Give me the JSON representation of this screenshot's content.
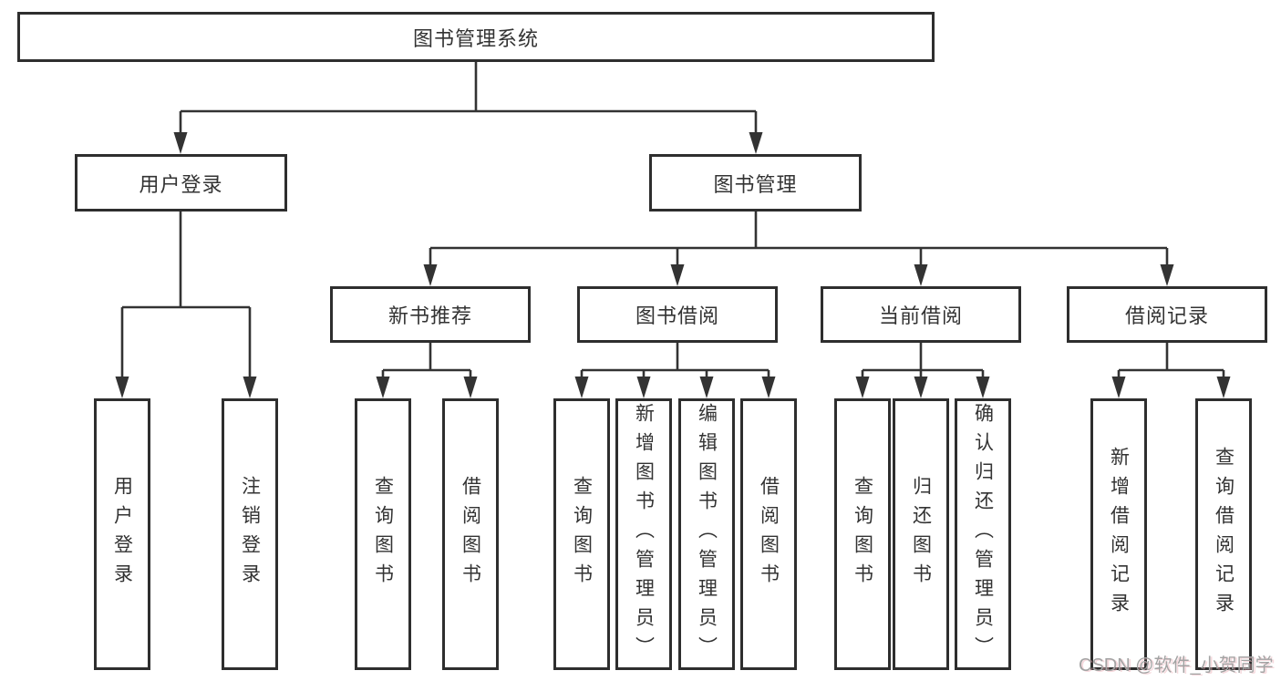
{
  "diagram": {
    "type": "hierarchy-diagram",
    "colors": {
      "background": "#ffffff",
      "box_border": "#2e2e2e",
      "line": "#333333",
      "text": "#333333",
      "watermark": "#a3a3a3"
    },
    "tree": {
      "label": "图书管理系统",
      "children": [
        {
          "label": "用户登录",
          "children": [
            {
              "label": "用户登录"
            },
            {
              "label": "注销登录"
            }
          ]
        },
        {
          "label": "图书管理",
          "children": [
            {
              "label": "新书推荐",
              "children": [
                {
                  "label": "查询图书"
                },
                {
                  "label": "借阅图书"
                }
              ]
            },
            {
              "label": "图书借阅",
              "children": [
                {
                  "label": "查询图书"
                },
                {
                  "label": "新增图书（管理员）"
                },
                {
                  "label": "编辑图书（管理员）"
                },
                {
                  "label": "借阅图书"
                }
              ]
            },
            {
              "label": "当前借阅",
              "children": [
                {
                  "label": "查询图书"
                },
                {
                  "label": "归还图书"
                },
                {
                  "label": "确认归还（管理员）"
                }
              ]
            },
            {
              "label": "借阅记录",
              "children": [
                {
                  "label": "新增借阅记录"
                },
                {
                  "label": "查询借阅记录"
                }
              ]
            }
          ]
        }
      ]
    },
    "watermark": {
      "text": "CSDN @软件_小贺同学"
    }
  }
}
